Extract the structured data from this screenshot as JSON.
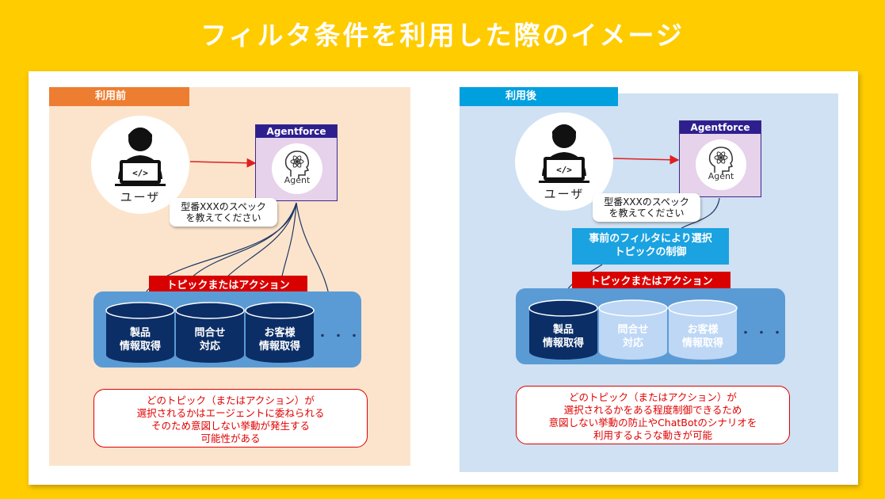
{
  "title": "フィルタ条件を利用した際のイメージ",
  "colors": {
    "background": "#FFCC00",
    "left_tag": "#ED7D31",
    "right_tag": "#00A0DF",
    "left_panel": "#FCE4CC",
    "right_panel": "#CFE1F2",
    "agent_header": "#2E1F8F",
    "red_bar": "#D90000",
    "cylinder_dark": "#0B2E66",
    "cylinder_light": "#BDD7F5",
    "note_text": "#E00000"
  },
  "left": {
    "tag": "利用前",
    "user_label": "ユーザ",
    "agent_header": "Agentforce",
    "agent_label": "Agent",
    "bubble": [
      "型番XXXのスペック",
      "を教えてください"
    ],
    "topic_bar": "トピックまたはアクション",
    "cylinders": [
      [
        "製品",
        "情報取得"
      ],
      [
        "問合せ",
        "対応"
      ],
      [
        "お客様",
        "情報取得"
      ]
    ],
    "dots": "・・・",
    "note": [
      "どのトピック（またはアクション）が",
      "選択されるかはエージェントに委ねられる",
      "そのため意図しない挙動が発生する",
      "可能性がある"
    ]
  },
  "right": {
    "tag": "利用後",
    "user_label": "ユーザ",
    "agent_header": "Agentforce",
    "agent_label": "Agent",
    "bubble": [
      "型番XXXのスペック",
      "を教えてください"
    ],
    "filter_box": [
      "事前のフィルタにより選択",
      "トピックの制御"
    ],
    "topic_bar": "トピックまたはアクション",
    "cylinders": [
      [
        "製品",
        "情報取得"
      ],
      [
        "問合せ",
        "対応"
      ],
      [
        "お客様",
        "情報取得"
      ]
    ],
    "dots": "・・・",
    "note": [
      "どのトピック（またはアクション）が",
      "選択されるかをある程度制御できるため",
      "意図しない挙動の防止やChatBotのシナリオを",
      "利用するような動きが可能"
    ]
  }
}
